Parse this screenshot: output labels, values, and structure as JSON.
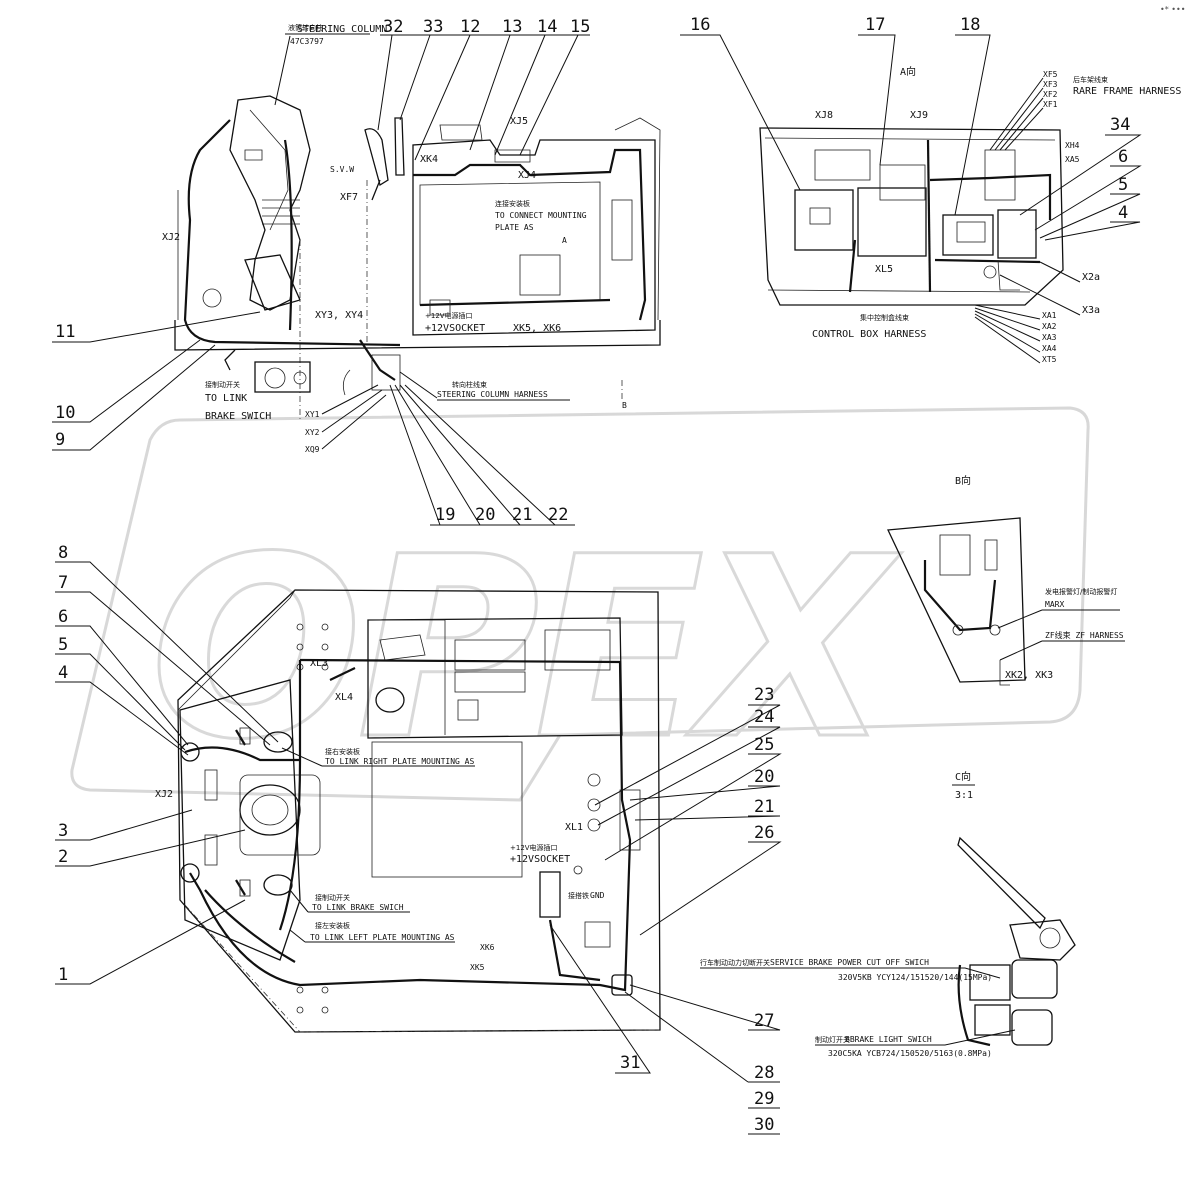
{
  "corner_mark": "•* •••",
  "watermark": "OPEX",
  "callouts": {
    "c32": "32",
    "c33": "33",
    "c12": "12",
    "c13": "13",
    "c14": "14",
    "c15": "15",
    "c16": "16",
    "c17": "17",
    "c18": "18",
    "c34": "34",
    "c6r": "6",
    "c5r": "5",
    "c4r": "4",
    "c11": "11",
    "c10": "10",
    "c9": "9",
    "c19": "19",
    "c20": "20",
    "c21": "21",
    "c22": "22",
    "c8": "8",
    "c7": "7",
    "c6": "6",
    "c5": "5",
    "c4": "4",
    "c3": "3",
    "c2": "2",
    "c1": "1",
    "c23": "23",
    "c24": "24",
    "c25": "25",
    "c20b": "20",
    "c21b": "21",
    "c26": "26",
    "c27": "27",
    "c28": "28",
    "c29": "29",
    "c30": "30",
    "c31": "31"
  },
  "labels": {
    "steering_column_cn": "液筒转向柱",
    "steering_column": "STEERING COLUMN",
    "steering_column_pn": "47C3797",
    "xj2_top": "XJ2",
    "xf7": "XF7",
    "svw": "S.V.W",
    "xk4": "XK4",
    "xj5": "XJ5",
    "xj4": "XJ4",
    "connect_cn": "连接安装板",
    "connect_1": "TO CONNECT MOUNTING",
    "connect_2": "PLATE AS",
    "mark_a": "A",
    "xy3": "XY3, XY4",
    "socket_cn": "+12V电源插口",
    "socket": "+12VSOCKET",
    "xk5_xk6": "XK5, XK6",
    "brake_cn": "接制动开关",
    "to_link": "TO LINK",
    "brake_swich": "BRAKE SWICH",
    "steer_harness_cn": "转向柱线束",
    "steer_harness": "STEERING COLUMN HARNESS",
    "xy1": "XY1",
    "xy2": "XY2",
    "xq9": "XQ9",
    "mark_b": "B",
    "view_a": "A向",
    "xj8": "XJ8",
    "xj9": "XJ9",
    "xf5": "XF5",
    "xf3": "XF3",
    "xf2": "XF2",
    "xf1": "XF1",
    "rare_cn": "后车架线束",
    "rare_frame": "RARE FRAME HARNESS",
    "xh4": "XH4",
    "xa5": "XA5",
    "xl5": "XL5",
    "x2a": "X2a",
    "x3a": "X3a",
    "control_cn": "集中控制盒线束",
    "control_box": "CONTROL BOX HARNESS",
    "xa1": "XA1",
    "xa2": "XA2",
    "xa3": "XA3",
    "xa4": "XA4",
    "xt5": "XT5",
    "view_b": "B向",
    "marx_cn": "发电报警灯/制动报警灯",
    "marx": "MARX",
    "zf_cn": "ZF线束",
    "zf_harness": "ZF线束 ZF HARNESS",
    "xk2_xk3": "XK2, XK3",
    "xl3": "XL3",
    "xl4": "XL4",
    "right_cn": "接右安装板",
    "right_plate": "TO LINK RIGHT PLATE MOUNTING AS",
    "xj2_mid": "XJ2",
    "xl1": "XL1",
    "socket2_cn": "+12V电源插口",
    "socket2": "+12VSOCKET",
    "gnd_cn": "接搭铁",
    "gnd": "GND",
    "brake2_cn": "接制动开关",
    "brake2": "TO LINK BRAKE SWICH",
    "left_cn": "接左安装板",
    "left_plate": "TO LINK LEFT PLATE MOUNTING AS",
    "xk6": "XK6",
    "xk5": "XK5",
    "view_c": "C向",
    "scale": "3:1",
    "service_cn": "行车制动动力切断开关",
    "service": "SERVICE BRAKE POWER CUT OFF SWICH",
    "service_pn": "320V5KB  YCY124/151520/144(15MPa)",
    "light_cn": "制动灯开关",
    "light": "BBRAKE LIGHT SWICH",
    "light_pn": "320C5KA  YCB724/150520/5163(0.8MPa)"
  }
}
